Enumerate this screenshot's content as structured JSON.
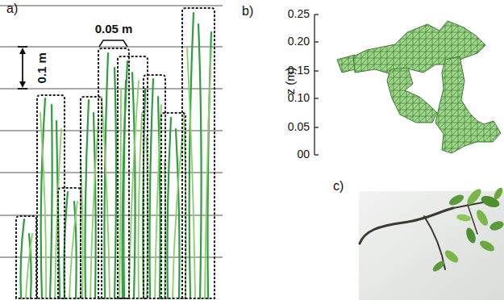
{
  "diagram": {
    "labels": [
      "a)",
      "0.05 m",
      "0.1 m",
      "b)",
      "0.25",
      "0.20",
      "0.15",
      "0.10",
      "0.05",
      "00",
      "z (m)",
      "c)"
    ]
  }
}
